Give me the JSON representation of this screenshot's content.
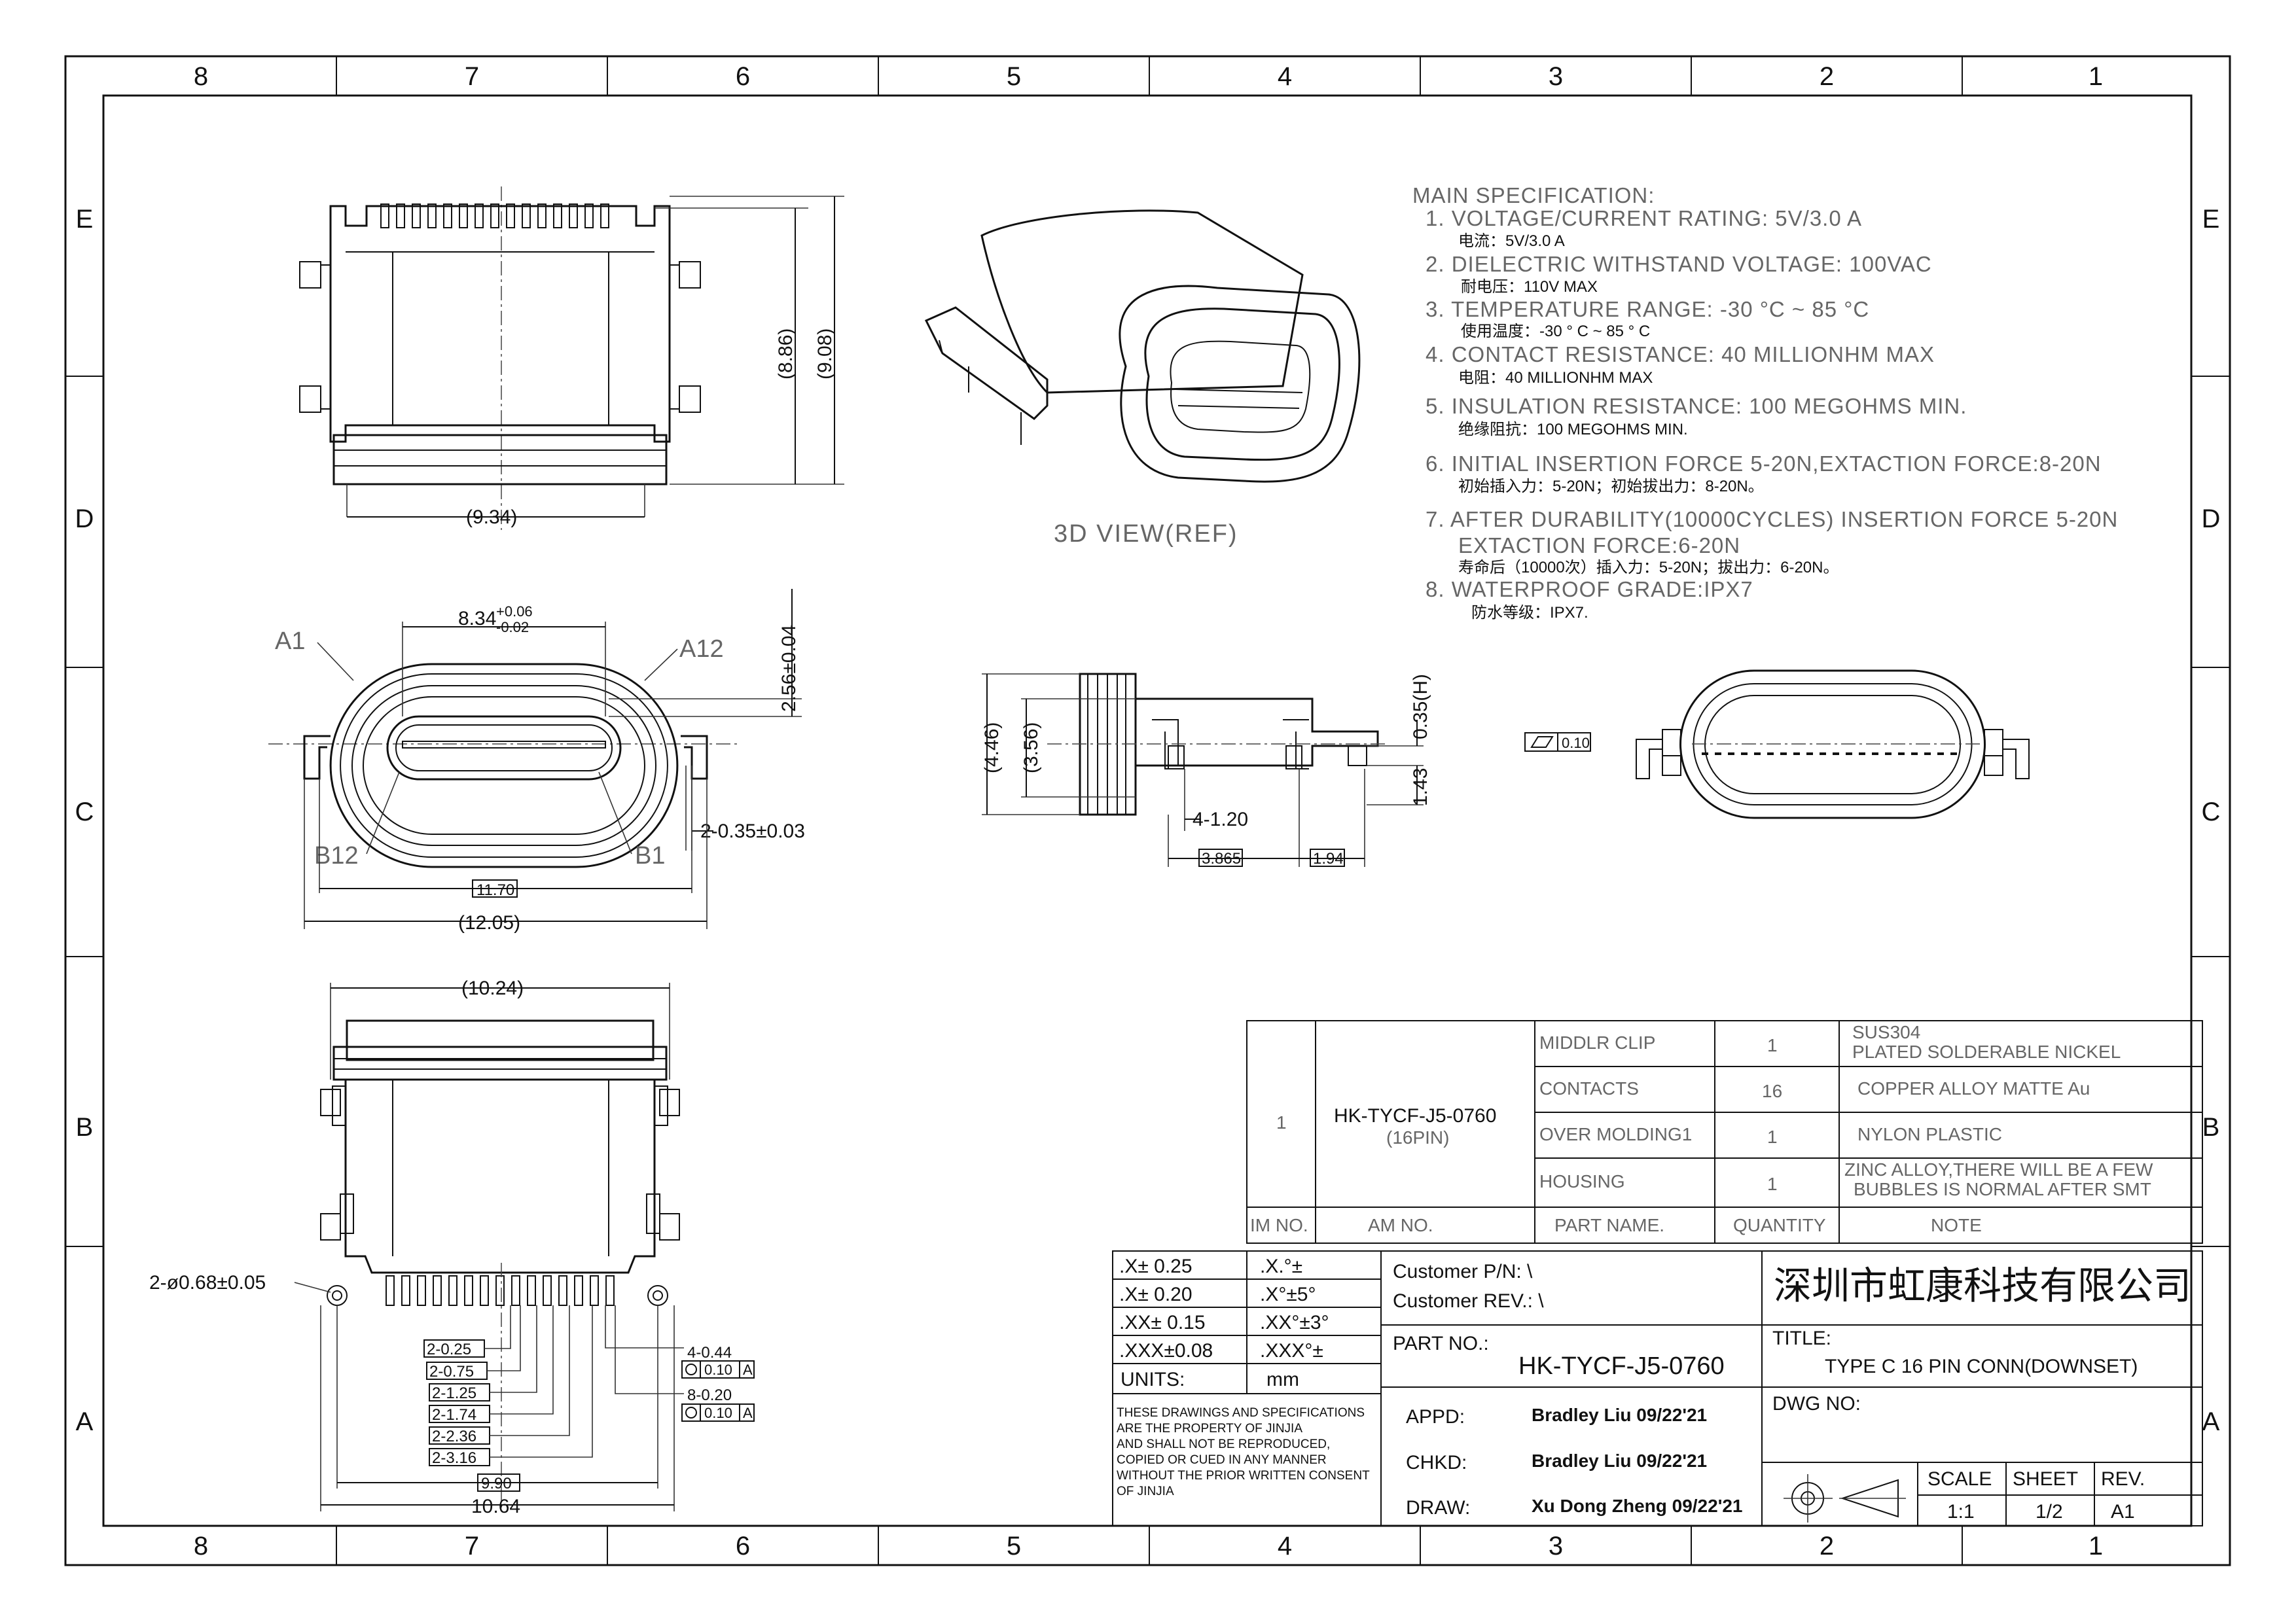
{
  "frame": {
    "columns": [
      "8",
      "7",
      "6",
      "5",
      "4",
      "3",
      "2",
      "1"
    ],
    "rows": [
      "E",
      "D",
      "C",
      "B",
      "A"
    ]
  },
  "spec": {
    "heading": "MAIN SPECIFICATION:",
    "items": [
      {
        "en": "1.  VOLTAGE/CURRENT RATING: 5V/3.0 A",
        "cn": "电流：5V/3.0 A"
      },
      {
        "en": "2.  DIELECTRIC WITHSTAND VOLTAGE: 100VAC",
        "cn": "耐电压：110V MAX"
      },
      {
        "en": "3.  TEMPERATURE RANGE: -30 °C ~ 85 °C",
        "cn": "使用温度：-30 ° C ~ 85 ° C"
      },
      {
        "en": "4.  CONTACT RESISTANCE: 40 MILLIONHM MAX",
        "cn": "电阻：40 MILLIONHM MAX"
      },
      {
        "en": "5.  INSULATION RESISTANCE: 100 MEGOHMS MIN.",
        "cn": "绝缘阻抗：100 MEGOHMS MIN."
      },
      {
        "en": "6.  INITIAL INSERTION FORCE 5-20N,EXTACTION FORCE:8-20N",
        "cn": "初始插入力：5-20N；初始拔出力：8-20N。"
      },
      {
        "en": "7.  AFTER DURABILITY(10000CYCLES) INSERTION FORCE 5-20N",
        "en2": "EXTACTION FORCE:6-20N",
        "cn": "寿命后（10000次）插入力：5-20N；拔出力：6-20N。"
      },
      {
        "en": "8.  WATERPROOF GRADE:IPX7",
        "cn": "防水等级：IPX7."
      }
    ]
  },
  "view3d_label": "3D VIEW(REF)",
  "dims": {
    "top_886": "(8.86)",
    "top_908": "(9.08)",
    "top_934": "(9.34)",
    "front_834": "8.34",
    "front_834_tol_up": "+0.06",
    "front_834_tol_dn": "-0.02",
    "front_256": "2.56±0.04",
    "front_035": "2-0.35±0.03",
    "front_1170": "11.70",
    "front_1205": "(12.05)",
    "pin_a1": "A1",
    "pin_a12": "A12",
    "pin_b12": "B12",
    "pin_b1": "B1",
    "side_446": "(4.46)",
    "side_356": "(3.56)",
    "side_035h": "0.35(H)",
    "side_143": "1.43",
    "side_120": "4-1.20",
    "side_3865": "3.865",
    "side_194": "1.94",
    "flat_tol": "0.10",
    "bot_1024": "(10.24)",
    "bot_068": "2-ø0.68±0.05",
    "bot_025": "2-0.25",
    "bot_075": "2-0.75",
    "bot_125": "2-1.25",
    "bot_174": "2-1.74",
    "bot_236": "2-2.36",
    "bot_316": "2-3.16",
    "bot_044": "4-0.44",
    "bot_020": "8-0.20",
    "bot_tol": "0.10",
    "bot_tol_ref": "A",
    "bot_990": "9.90",
    "bot_1064": "10.64"
  },
  "bom": {
    "rows": [
      {
        "part": "MIDDLR CLIP",
        "qty": "1",
        "note1": "SUS304",
        "note2": "PLATED  SOLDERABLE NICKEL"
      },
      {
        "part": "CONTACTS",
        "qty": "16",
        "note1": "COPPER ALLOY MATTE Au",
        "note2": ""
      },
      {
        "part": "OVER MOLDING1",
        "qty": "1",
        "note1": "NYLON PLASTIC",
        "note2": ""
      },
      {
        "part": "HOUSING",
        "qty": "1",
        "note1": "ZINC ALLOY,THERE WILL BE A FEW",
        "note2": "BUBBLES IS NORMAL AFTER SMT"
      }
    ],
    "item_no": "1",
    "am_no": "HK-TYCF-J5-0760",
    "am_sub": "(16PIN)",
    "headers": {
      "item": "IM NO.",
      "am": "AM NO.",
      "part": "PART NAME.",
      "qty": "QUANTITY",
      "note": "NOTE"
    }
  },
  "tolerance": {
    "rows": [
      [
        ".X± 0.25",
        ".X.°±"
      ],
      [
        ".X± 0.20",
        ".X°±5°"
      ],
      [
        ".XX± 0.15",
        ".XX°±3°"
      ],
      [
        ".XXX±0.08",
        ".XXX°±"
      ],
      [
        "UNITS:",
        "mm"
      ]
    ],
    "notice": [
      "THESE DRAWINGS AND SPECIFICATIONS",
      "ARE THE PROPERTY OF JINJIA",
      "AND SHALL NOT BE REPRODUCED,",
      "COPIED OR CUED IN ANY MANNER",
      "WITHOUT THE PRIOR WRITTEN CONSENT",
      "OF JINJIA"
    ]
  },
  "titleblock": {
    "customer_pn": "Customer P/N: \\",
    "customer_rev": "Customer REV.: \\",
    "part_no_label": "PART NO.:",
    "part_no": "HK-TYCF-J5-0760",
    "company": "深圳市虹康科技有限公司",
    "title_label": "TITLE:",
    "title": "TYPE C 16 PIN CONN(DOWNSET)",
    "dwg_label": "DWG NO:",
    "appd_label": "APPD:",
    "appd": "Bradley Liu  09/22'21",
    "chkd_label": "CHKD:",
    "chkd": "Bradley Liu  09/22'21",
    "draw_label": "DRAW:",
    "draw": "Xu Dong Zheng 09/22'21",
    "scale_label": "SCALE",
    "scale": "1:1",
    "sheet_label": "SHEET",
    "sheet": "1/2",
    "rev_label": "REV.",
    "rev": "A1"
  }
}
